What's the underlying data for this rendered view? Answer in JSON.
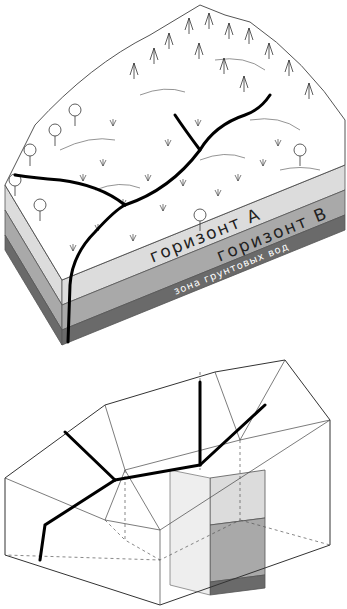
{
  "diagram": {
    "labels": [
      "горизонт A",
      "горизонт B",
      "зона грунтовых вод"
    ]
  }
}
